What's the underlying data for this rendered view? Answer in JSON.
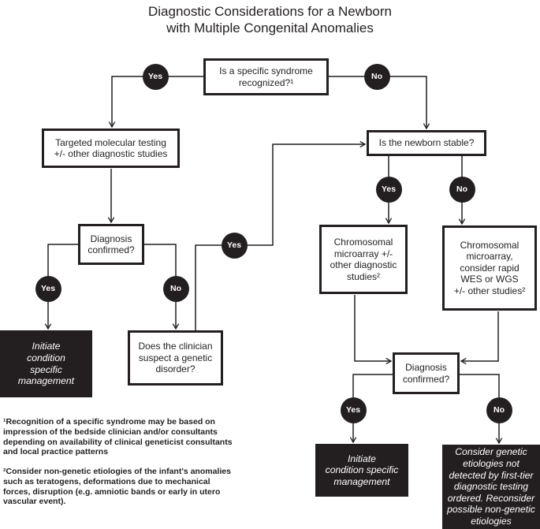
{
  "title": {
    "text": "Diagnostic Considerations for a Newborn\nwith Multiple Congenital Anomalies"
  },
  "colors": {
    "ink": "#231f20",
    "background": "#ffffff",
    "node_fill": "#ffffff",
    "terminal_fill": "#231f20",
    "terminal_text": "#ffffff"
  },
  "labels": {
    "yes": "Yes",
    "no": "No"
  },
  "nodes": {
    "syndrome_question": "Is a specific syndrome\nrecognized?¹",
    "targeted_testing": "Targeted molecular testing\n+/- other diagnostic studies",
    "diagnosis_confirmed_left": "Diagnosis\nconfirmed?",
    "clinician_suspect": "Does the clinician\nsuspect a genetic\ndisorder?",
    "newborn_stable": "Is the newborn stable?",
    "chromosomal_microarray": "Chromosomal\nmicroarray +/-\nother diagnostic\nstudies²",
    "chromosomal_microarray_rapid": "Chromosomal\nmicroarray,\nconsider rapid\nWES or WGS\n+/- other studies²",
    "diagnosis_confirmed_right": "Diagnosis\nconfirmed?",
    "initiate_management_left": "Initiate\ncondition\nspecific\nmanagement",
    "initiate_management_right": "Initiate\ncondition specific\nmanagement",
    "consider_other_etiologies": "Consider genetic\netiologies not\ndetected by first-tier\ndiagnostic testing\nordered. Reconsider\npossible non-genetic\netiologies"
  },
  "footnotes": {
    "note1": "¹Recognition of a specific syndrome may be based on\nimpression of the bedside clinician and/or consultants\ndepending on availability of clinical geneticist consultants\nand local practice patterns",
    "note2": "²Consider non-genetic etiologies of the infant's anomalies\nsuch as teratogens, deformations due to mechanical\nforces, disruption (e.g. amniotic bands or early in utero\nvascular event)."
  }
}
